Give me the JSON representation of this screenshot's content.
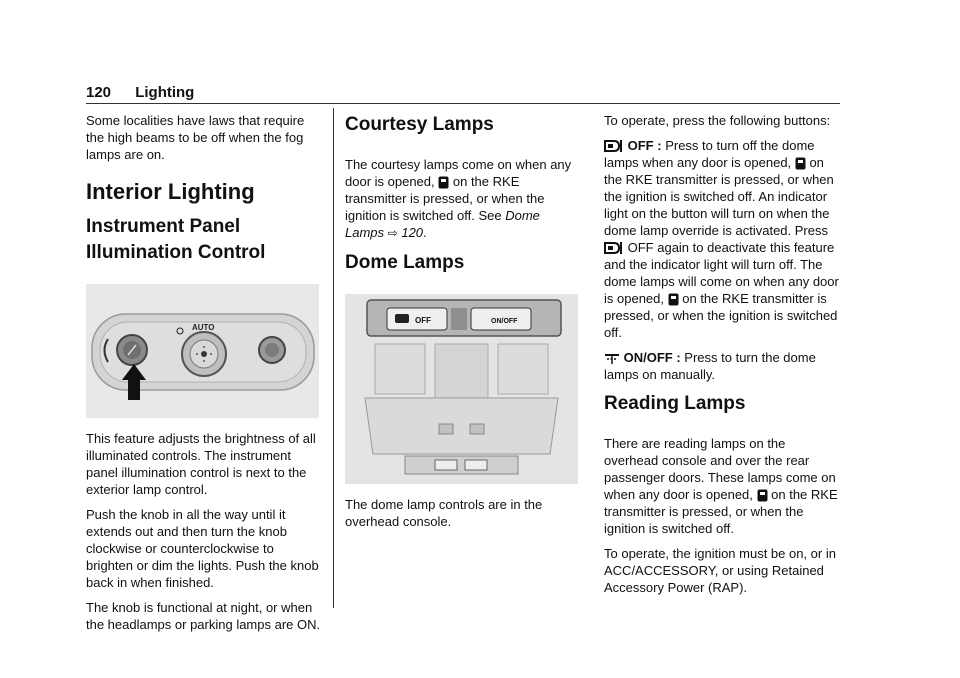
{
  "header": {
    "page_number": "120",
    "section": "Lighting"
  },
  "col1": {
    "intro": "Some localities have laws that require the high beams to be off when the fog lamps are on.",
    "h1": "Interior Lighting",
    "h2": "Instrument Panel Illumination Control",
    "fig_label_auto": "AUTO",
    "p1": "This feature adjusts the brightness of all illuminated controls. The instrument panel illumination control is next to the exterior lamp control.",
    "p2": "Push the knob in all the way until it extends out and then turn the knob clockwise or counterclockwise to brighten or dim the lights. Push the knob back in when finished.",
    "p3": "The knob is functional at night, or when the headlamps or parking lamps are ON."
  },
  "col2": {
    "h2a": "Courtesy Lamps",
    "c_p1_a": "The courtesy lamps come on when any door is opened,",
    "c_p1_b": "on the RKE transmitter is pressed, or when the ignition is switched off. See",
    "c_xref": "Dome Lamps",
    "c_xref_arrow": "⇨",
    "c_xref_page": "120",
    "h2b": "Dome Lamps",
    "fig_btn_off": "OFF",
    "fig_btn_onoff": "ON/OFF",
    "p_dome": "The dome lamp controls are in the overhead console."
  },
  "col3": {
    "p1": "To operate, press the following buttons:",
    "off_label": "OFF :",
    "off_a": "Press to turn off the dome lamps when any door is opened,",
    "off_b": "on the RKE transmitter is pressed, or when the ignition is switched off. An indicator light on the button will turn on when the dome lamp override is activated. Press",
    "off_c": "OFF again to deactivate this feature and the indicator light will turn off. The dome lamps will come on when any door is opened,",
    "off_d": "on the RKE transmitter is pressed, or when the ignition is switched off.",
    "onoff_label": "ON/OFF :",
    "onoff_text": "Press to turn the dome lamps on manually.",
    "h2": "Reading Lamps",
    "r_p1_a": "There are reading lamps on the overhead console and over the rear passenger doors. These lamps come on when any door is opened,",
    "r_p1_b": "on the RKE transmitter is pressed, or when the ignition is switched off.",
    "r_p2": "To operate, the ignition must be on, or in ACC/ACCESSORY, or using Retained Accessory Power (RAP)."
  },
  "icons": [
    "unlock-key-icon",
    "door-lamp-icon",
    "dome-lamp-icon",
    "dimmer-knob-icon",
    "arrow-icon"
  ]
}
